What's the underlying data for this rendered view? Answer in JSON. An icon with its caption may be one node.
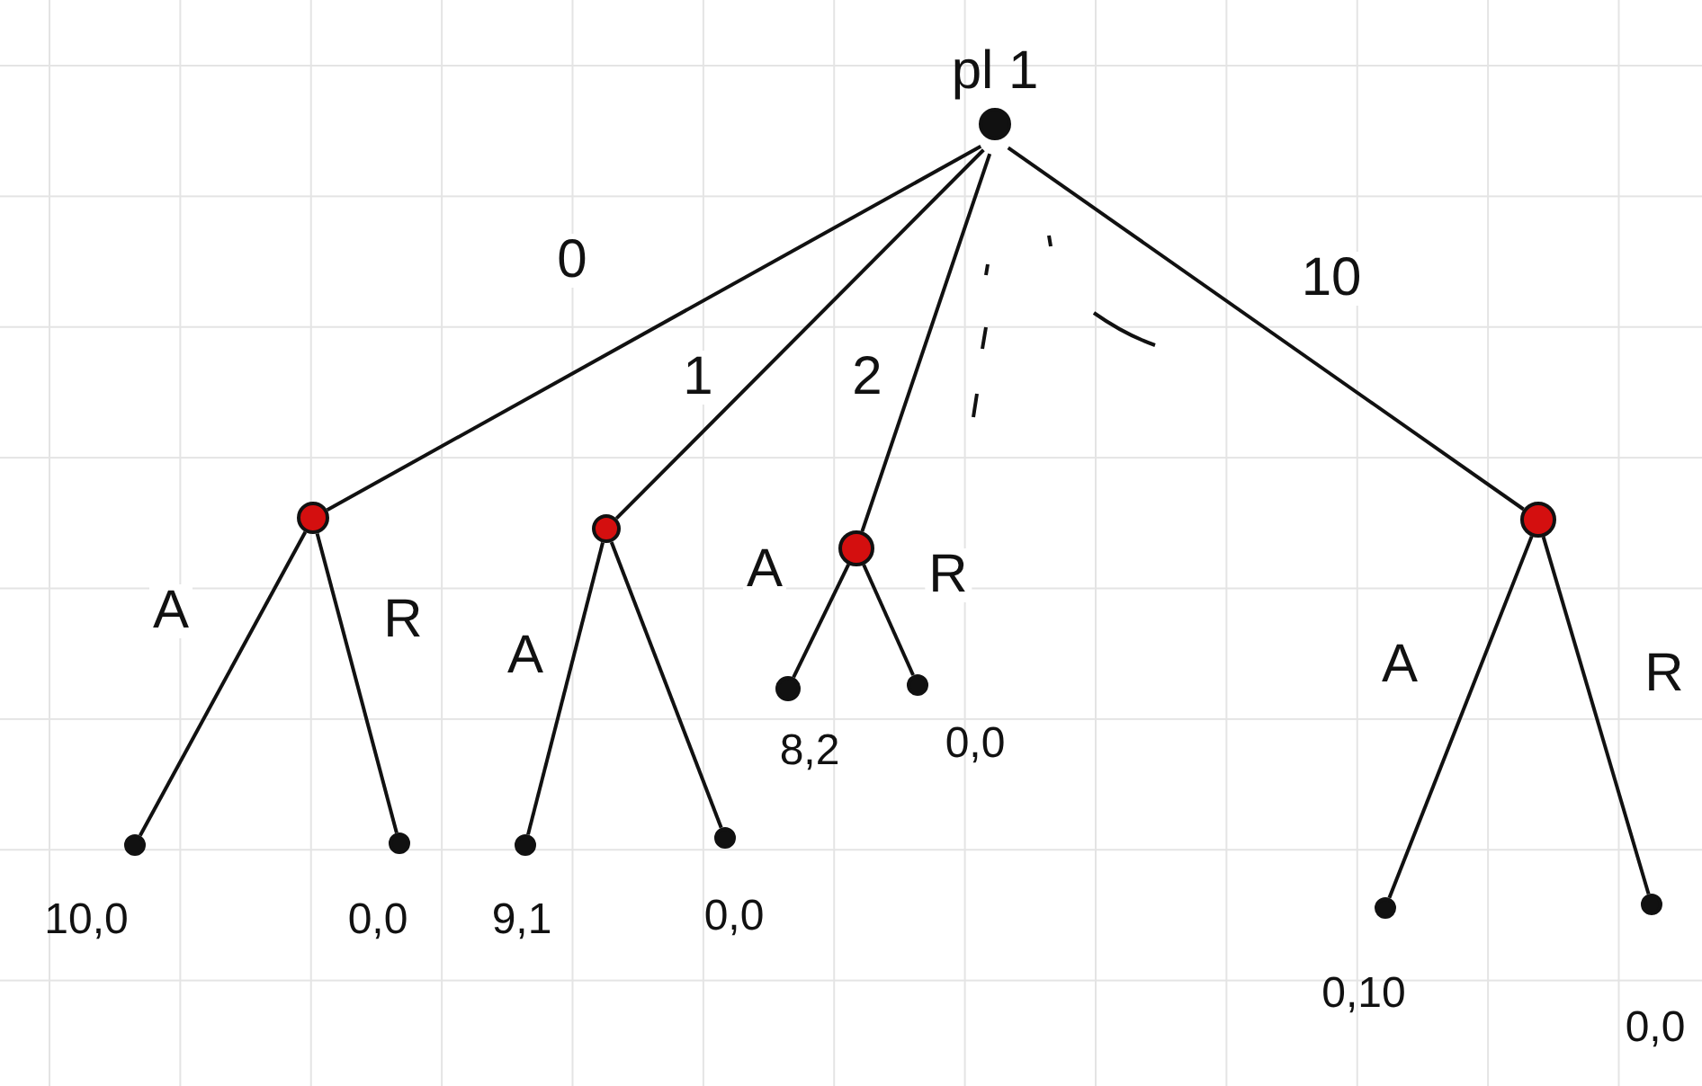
{
  "diagram": {
    "nodes": [
      {
        "text": [
          "pl 1"
        ]
      },
      {
        "text": [],
        "shape": "circle"
      },
      {
        "text": [],
        "shape": "circle"
      },
      {
        "text": [],
        "shape": "circle"
      },
      {
        "text": [],
        "shape": "circle"
      },
      {
        "text": [],
        "shape": "circle",
        "beside": [
          "10,0"
        ]
      },
      {
        "text": [],
        "shape": "circle",
        "beside": [
          "0,0"
        ]
      },
      {
        "text": [],
        "shape": "circle",
        "beside": [
          "9,1"
        ]
      },
      {
        "text": [],
        "shape": "circle",
        "beside": [
          "0,0"
        ]
      },
      {
        "text": [],
        "shape": "circle",
        "beside": [
          "8,2"
        ]
      },
      {
        "text": [],
        "shape": "circle",
        "beside": [
          "0,0"
        ]
      },
      {
        "text": [],
        "shape": "circle",
        "beside": [
          "0,10"
        ]
      },
      {
        "text": [],
        "shape": "circle",
        "beside": [
          "0,0"
        ]
      }
    ],
    "edges": [
      {
        "from": 0,
        "to": 1,
        "arrow": "none",
        "label": "0"
      },
      {
        "from": 0,
        "to": 2,
        "arrow": "none",
        "label": "1"
      },
      {
        "from": 0,
        "to": 3,
        "arrow": "none",
        "label": "2"
      },
      {
        "from": 0,
        "to": 4,
        "arrow": "none",
        "label": "10"
      },
      {
        "from": 1,
        "to": 5,
        "arrow": "none",
        "label": "A"
      },
      {
        "from": 1,
        "to": 6,
        "arrow": "none",
        "label": "R"
      },
      {
        "from": 2,
        "to": 7,
        "arrow": "none",
        "label": "A"
      },
      {
        "from": 2,
        "to": 8,
        "arrow": "none"
      },
      {
        "from": 3,
        "to": 9,
        "arrow": "none",
        "label": "A"
      },
      {
        "from": 3,
        "to": 10,
        "arrow": "none",
        "label": "R"
      },
      {
        "from": 4,
        "to": 11,
        "arrow": "none",
        "label": "A"
      },
      {
        "from": 4,
        "to": 12,
        "arrow": "none",
        "label": "R"
      }
    ]
  }
}
